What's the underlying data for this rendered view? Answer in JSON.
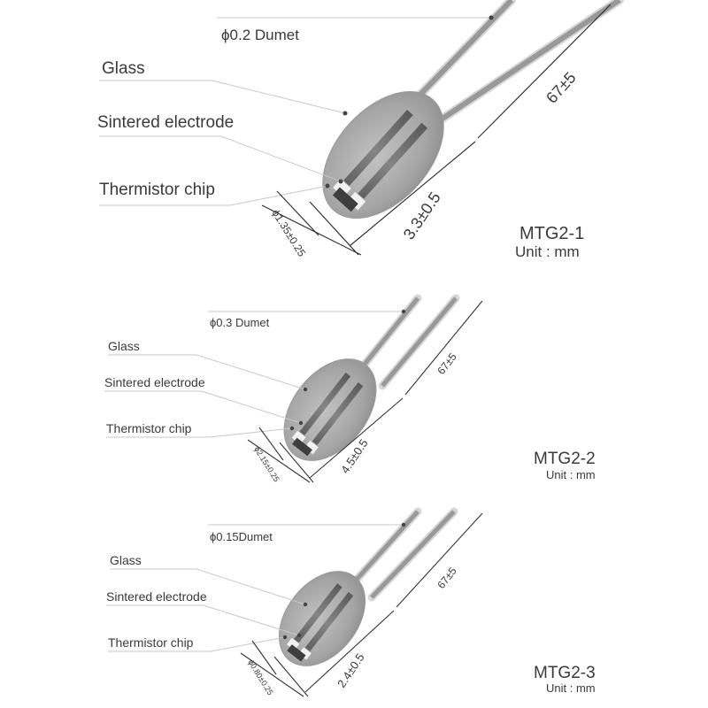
{
  "diagrams": [
    {
      "dumet": "ϕ0.2 Dumet",
      "glass": "Glass",
      "electrode": "Sintered electrode",
      "chip": "Thermistor chip",
      "diameter": "ϕ1.35±0.25",
      "body_length": "3.3±0.5",
      "lead_length": "67±5",
      "model": "MTG2-1",
      "unit": "Unit : mm"
    },
    {
      "dumet": "ϕ0.3 Dumet",
      "glass": "Glass",
      "electrode": "Sintered electrode",
      "chip": "Thermistor chip",
      "diameter": "ϕ2.15±0.25",
      "body_length": "4.5±0.5",
      "lead_length": "67±5",
      "model": "MTG2-2",
      "unit": "Unit : mm"
    },
    {
      "dumet": "ϕ0.15Dumet",
      "glass": "Glass",
      "electrode": "Sintered electrode",
      "chip": "Thermistor chip",
      "diameter": "ϕ0.80±0.25",
      "body_length": "2.4±0.5",
      "lead_length": "67±5",
      "model": "MTG2-3",
      "unit": "Unit : mm"
    }
  ],
  "colors": {
    "glass": "#a9a9a9",
    "electrode": "#6e6e6e",
    "lead": "#8c8c8c",
    "label": "#3a3a3a",
    "leader_line": "#c8c8c8"
  }
}
